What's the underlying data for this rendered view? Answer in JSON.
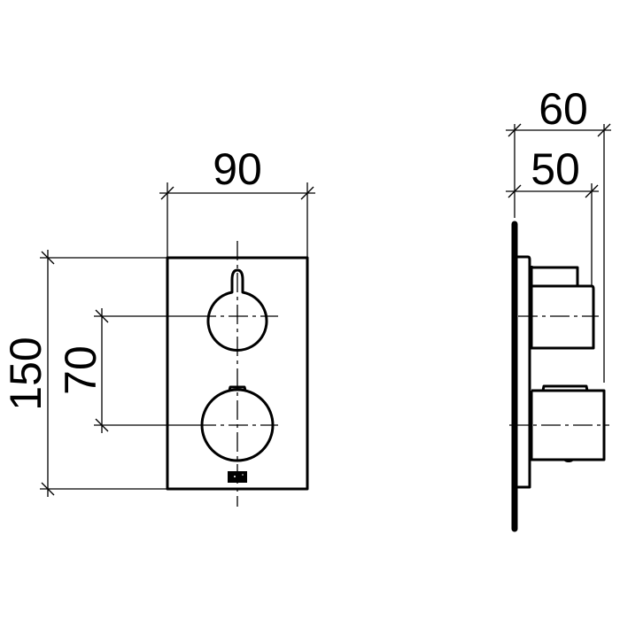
{
  "drawing": {
    "type": "technical-dimension-drawing",
    "subject": "concealed thermostat trim plate with two round handles",
    "front_view": {
      "width_dim": "90",
      "height_dim": "150",
      "handle_spacing_dim": "70"
    },
    "side_view": {
      "overall_depth_dim": "60",
      "handle_depth_dim": "50"
    },
    "units": "mm",
    "line_color": "#000000",
    "background": "#ffffff"
  }
}
